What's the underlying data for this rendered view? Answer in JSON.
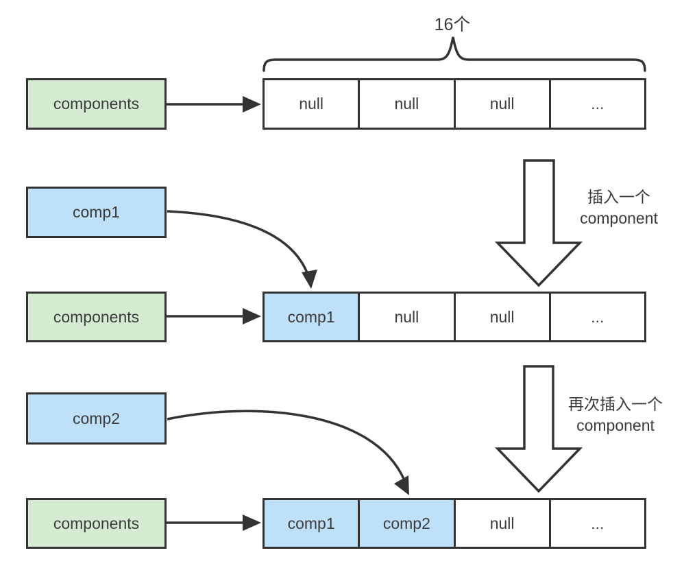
{
  "colors": {
    "box_green": "#d5ecd3",
    "box_blue": "#bee0f8",
    "border": "#333333",
    "text": "#3b3b3b"
  },
  "stage1": {
    "count_label": "16个",
    "pointer": "components",
    "array": [
      "null",
      "null",
      "null",
      "..."
    ]
  },
  "step1": {
    "label_line1": "插入一个",
    "label_line2": "component"
  },
  "stage2": {
    "insert_value": "comp1",
    "pointer": "components",
    "array": [
      "comp1",
      "null",
      "null",
      "..."
    ]
  },
  "step2": {
    "label_line1": "再次插入一个",
    "label_line2": "component"
  },
  "stage3": {
    "insert_value": "comp2",
    "pointer": "components",
    "array": [
      "comp1",
      "comp2",
      "null",
      "..."
    ]
  }
}
